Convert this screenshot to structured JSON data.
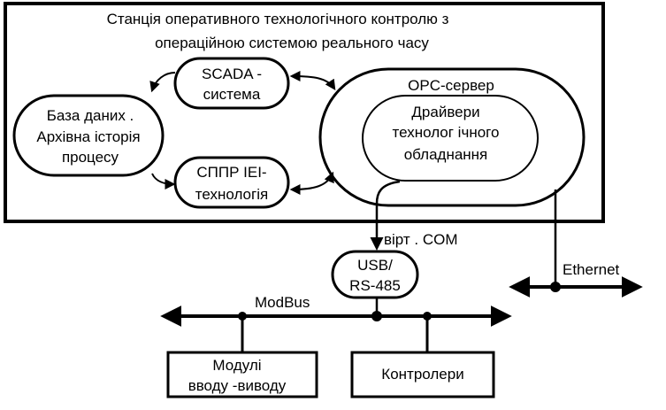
{
  "station": {
    "title_line1": "Станція оперативного технологічного контролю з",
    "title_line2": "операційною системою реального часу"
  },
  "nodes": {
    "scada": {
      "line1": "SCADA -",
      "line2": "система"
    },
    "database": {
      "line1": "База даних .",
      "line2": "Архівна історія",
      "line3": "процесу"
    },
    "dss": {
      "line1": "СППР IEI-",
      "line2": "технологія"
    },
    "opc_server": {
      "label": "OPC-сервер"
    },
    "drivers": {
      "line1": "Драйвери",
      "line2": "технолог  ічного",
      "line3": "обладнання"
    },
    "usb_converter": {
      "line1": "USB/",
      "line2": "RS-485"
    },
    "io_modules": {
      "line1": "Модулі",
      "line2": "вводу  -виводу"
    },
    "controllers": {
      "label": "Контролери"
    }
  },
  "links": {
    "virtual_com": "вірт . COM",
    "modbus": "ModBus",
    "ethernet": "Ethernet"
  }
}
